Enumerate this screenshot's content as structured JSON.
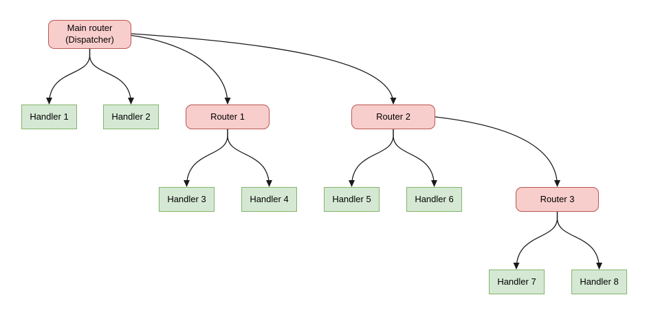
{
  "diagram": {
    "colors": {
      "background": "#ffffff",
      "router_fill": "#f8cecc",
      "router_border": "#b85450",
      "handler_fill": "#d5e8d4",
      "handler_border": "#82b366",
      "edge": "#1a1a1a"
    },
    "nodes": [
      {
        "id": "main-router",
        "label": "Main router\n(Dispatcher)",
        "type": "router"
      },
      {
        "id": "handler-1",
        "label": "Handler 1",
        "type": "handler"
      },
      {
        "id": "handler-2",
        "label": "Handler 2",
        "type": "handler"
      },
      {
        "id": "router-1",
        "label": "Router 1",
        "type": "router"
      },
      {
        "id": "router-2",
        "label": "Router 2",
        "type": "router"
      },
      {
        "id": "handler-3",
        "label": "Handler 3",
        "type": "handler"
      },
      {
        "id": "handler-4",
        "label": "Handler 4",
        "type": "handler"
      },
      {
        "id": "handler-5",
        "label": "Handler 5",
        "type": "handler"
      },
      {
        "id": "handler-6",
        "label": "Handler 6",
        "type": "handler"
      },
      {
        "id": "router-3",
        "label": "Router 3",
        "type": "router"
      },
      {
        "id": "handler-7",
        "label": "Handler 7",
        "type": "handler"
      },
      {
        "id": "handler-8",
        "label": "Handler 8",
        "type": "handler"
      }
    ],
    "edges": [
      {
        "from": "main-router",
        "to": "handler-1"
      },
      {
        "from": "main-router",
        "to": "handler-2"
      },
      {
        "from": "main-router",
        "to": "router-1"
      },
      {
        "from": "main-router",
        "to": "router-2"
      },
      {
        "from": "router-1",
        "to": "handler-3"
      },
      {
        "from": "router-1",
        "to": "handler-4"
      },
      {
        "from": "router-2",
        "to": "handler-5"
      },
      {
        "from": "router-2",
        "to": "handler-6"
      },
      {
        "from": "router-2",
        "to": "router-3"
      },
      {
        "from": "router-3",
        "to": "handler-7"
      },
      {
        "from": "router-3",
        "to": "handler-8"
      }
    ]
  }
}
